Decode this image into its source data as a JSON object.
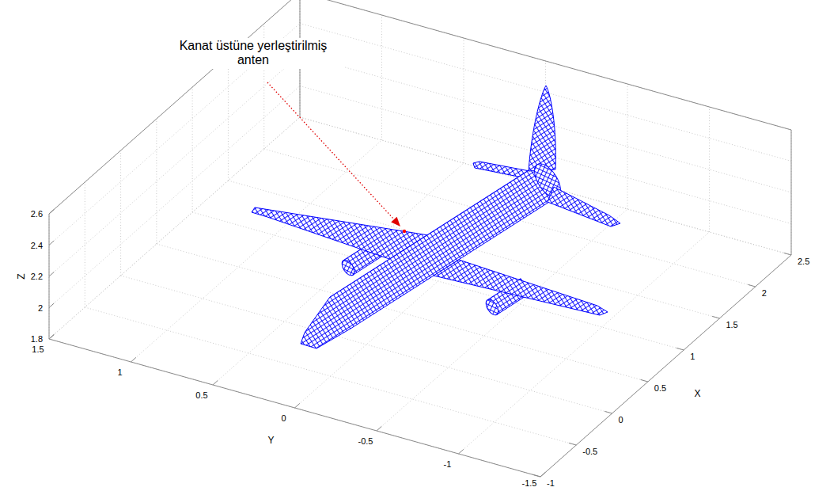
{
  "diagram": {
    "labels": [
      "Kanat üstüne yerleştirilmiş anten",
      "2.6",
      "2.4",
      "2.2",
      "2",
      "1.8",
      "1.5",
      "1",
      "0.5",
      "0",
      "-0.5",
      "-1",
      "-1.5",
      "-1",
      "-0.5",
      "0",
      "0.5",
      "1",
      "1.5",
      "2",
      "2.5",
      "Z",
      "Y",
      "X"
    ]
  }
}
